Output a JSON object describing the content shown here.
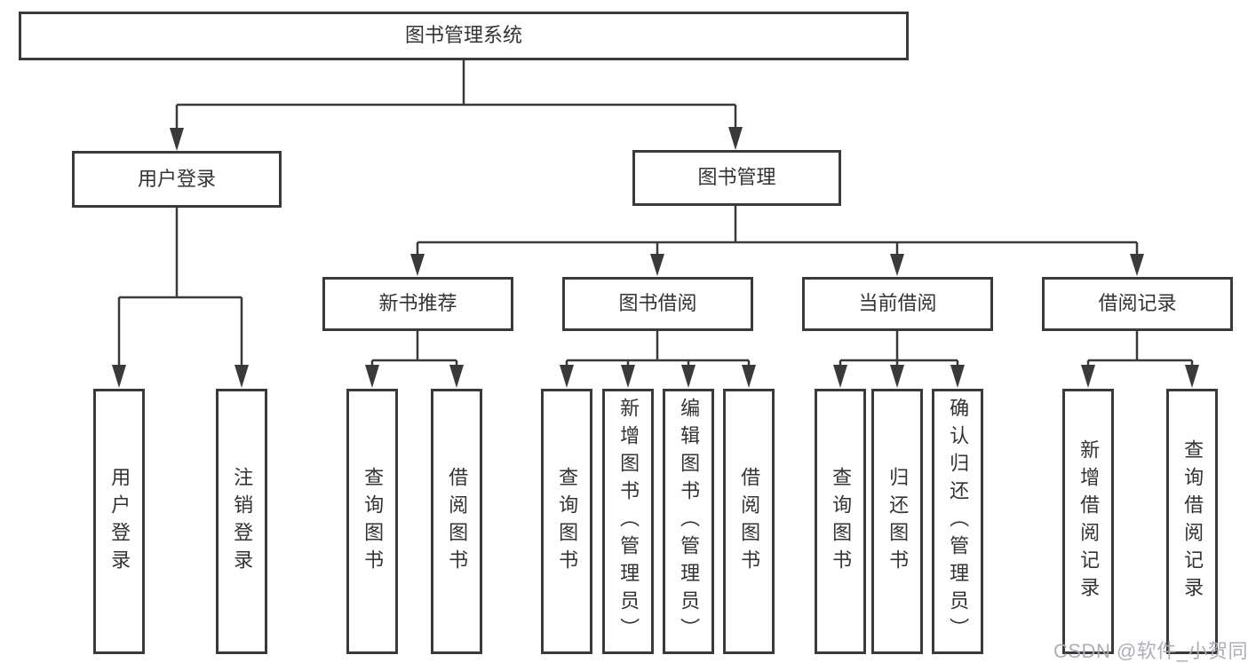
{
  "diagram": {
    "title": "图书管理系统",
    "tree": {
      "label": "图书管理系统",
      "children": [
        {
          "label": "用户登录",
          "children": [
            {
              "label": "用户登录"
            },
            {
              "label": "注销登录"
            }
          ]
        },
        {
          "label": "图书管理",
          "children": [
            {
              "label": "新书推荐",
              "children": [
                {
                  "label": "查询图书"
                },
                {
                  "label": "借阅图书"
                }
              ]
            },
            {
              "label": "图书借阅",
              "children": [
                {
                  "label": "查询图书"
                },
                {
                  "label": "新增图书（管理员）"
                },
                {
                  "label": "编辑图书（管理员）"
                },
                {
                  "label": "借阅图书"
                }
              ]
            },
            {
              "label": "当前借阅",
              "children": [
                {
                  "label": "查询图书"
                },
                {
                  "label": "归还图书"
                },
                {
                  "label": "确认归还（管理员）"
                }
              ]
            },
            {
              "label": "借阅记录",
              "children": [
                {
                  "label": "新增借阅记录"
                },
                {
                  "label": "查询借阅记录"
                }
              ]
            }
          ]
        }
      ]
    },
    "colors": {
      "line": "#3a3a3a",
      "text": "#333333",
      "background": "#ffffff",
      "watermark": "#a8acb2"
    }
  },
  "watermark": {
    "text": "CSDN @软件_小贺同学"
  }
}
